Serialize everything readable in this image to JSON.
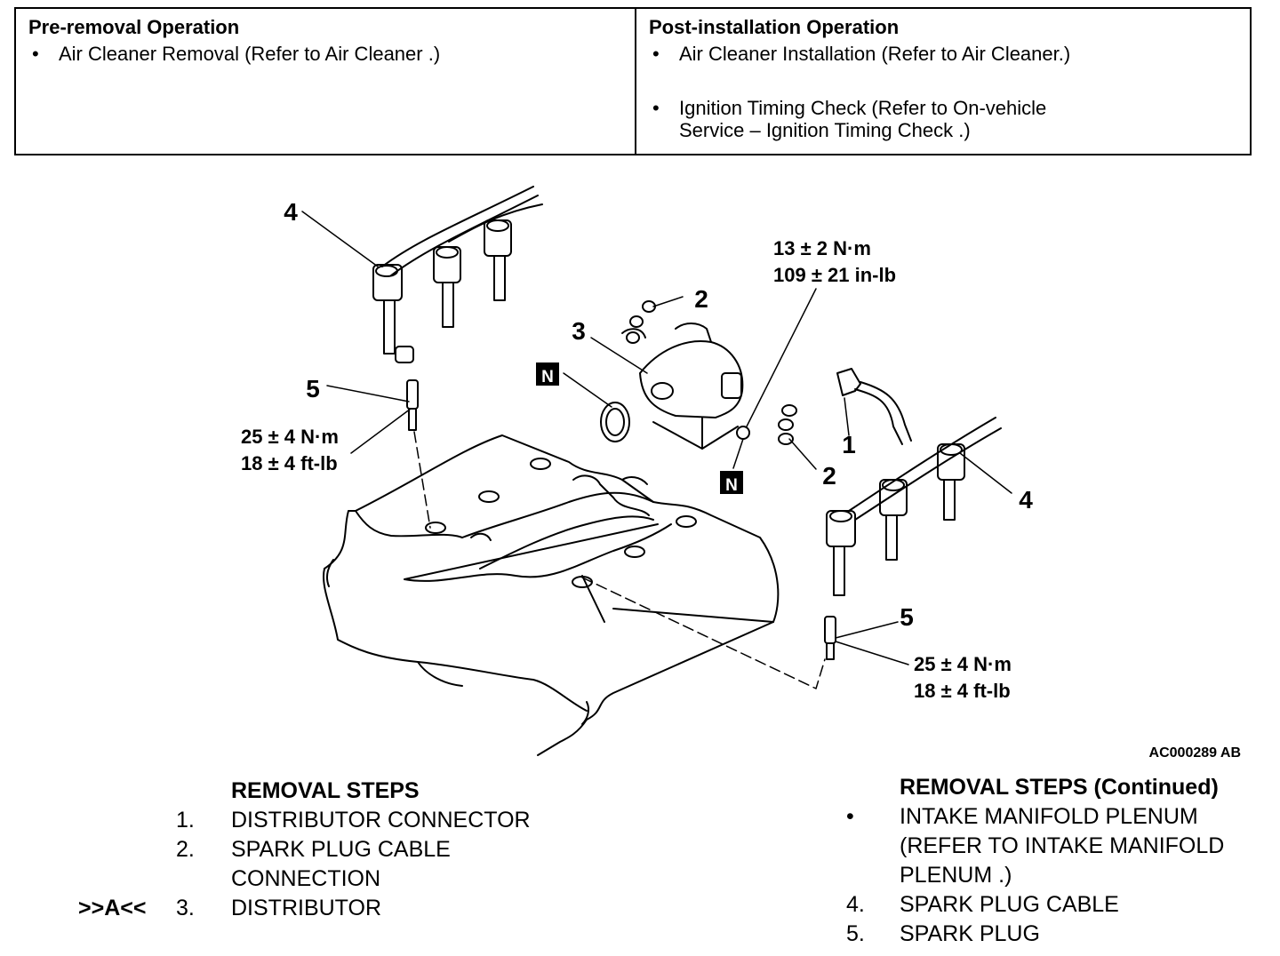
{
  "pre_removal": {
    "heading": "Pre-removal Operation",
    "items": [
      "Air Cleaner Removal (Refer to Air Cleaner .)"
    ]
  },
  "post_installation": {
    "heading": "Post-installation Operation",
    "items": [
      "Air Cleaner Installation (Refer to Air Cleaner.)",
      "Ignition Timing Check (Refer to On-vehicle",
      "Service – Ignition Timing Check .)"
    ]
  },
  "bullet_glyph": "•",
  "diagram": {
    "callouts": {
      "cable_left": "4",
      "cable_right": "4",
      "connection_top": "2",
      "connection_bottom": "2",
      "distributor": "3",
      "connector": "1",
      "plug_left": "5",
      "plug_right": "5"
    },
    "n_badge": "N",
    "torque_distributor": [
      "13 ± 2 N·m",
      "109 ± 21 in-lb"
    ],
    "torque_plug_left": [
      "25 ± 4 N·m",
      "18 ± 4 ft-lb"
    ],
    "torque_plug_right": [
      "25 ± 4 N·m",
      "18 ± 4 ft-lb"
    ],
    "figure_code": "AC000289 AB"
  },
  "removal_steps": {
    "heading": "REMOVAL STEPS",
    "steps": [
      {
        "tag": "",
        "num": "1.",
        "lines": [
          "DISTRIBUTOR CONNECTOR"
        ]
      },
      {
        "tag": "",
        "num": "2.",
        "lines": [
          "SPARK PLUG CABLE",
          "CONNECTION"
        ]
      },
      {
        "tag": ">>A<<",
        "num": "3.",
        "lines": [
          "DISTRIBUTOR"
        ]
      }
    ]
  },
  "removal_steps_continued": {
    "heading": "REMOVAL STEPS (Continued)",
    "steps": [
      {
        "num": "•",
        "lines": [
          "INTAKE MANIFOLD PLENUM",
          "(REFER TO INTAKE MANIFOLD",
          "PLENUM .)"
        ]
      },
      {
        "num": "4.",
        "lines": [
          "SPARK PLUG CABLE"
        ]
      },
      {
        "num": "5.",
        "lines": [
          "SPARK PLUG"
        ]
      }
    ]
  }
}
